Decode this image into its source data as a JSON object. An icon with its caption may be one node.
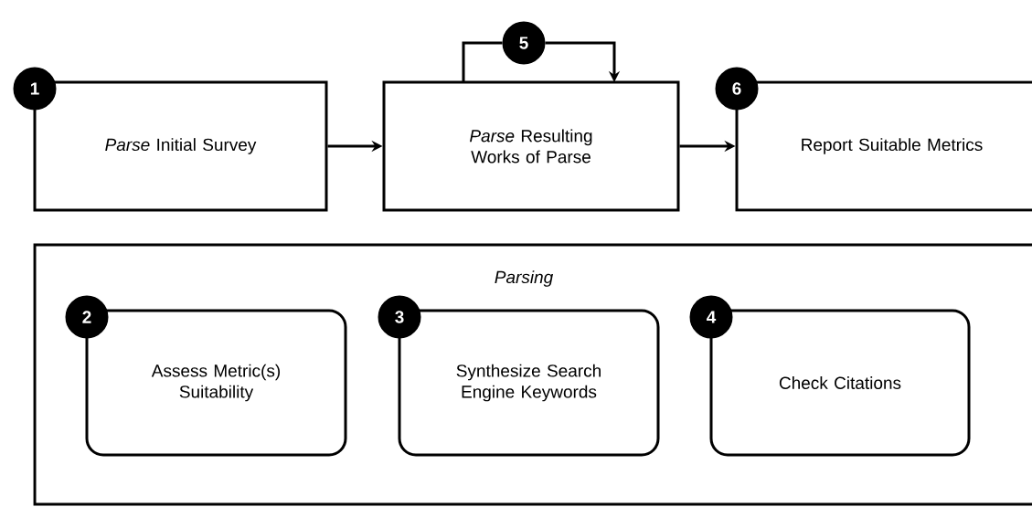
{
  "diagram": {
    "nodes": [
      {
        "text": [
          "1"
        ]
      },
      {
        "text": [
          "*Parse* Initial Survey"
        ]
      },
      {
        "text": [
          "5"
        ]
      },
      {
        "text": [
          "*Parse* Resulting Works of Parse"
        ]
      },
      {
        "text": [
          "6"
        ]
      },
      {
        "text": [
          "Report Suitable Metrics"
        ]
      },
      {
        "text": [
          "Parsing"
        ]
      },
      {
        "text": [
          "2"
        ],
        "in": 6
      },
      {
        "text": [
          "Assess Metric(s) Suitability"
        ],
        "in": 6
      },
      {
        "text": [
          "3"
        ],
        "in": 6
      },
      {
        "text": [
          "Synthesize Search Engine Keywords"
        ],
        "in": 6
      },
      {
        "text": [
          "4"
        ],
        "in": 6
      },
      {
        "text": [
          "Check Citations"
        ],
        "in": 6
      }
    ],
    "edges": [
      {
        "from": 1,
        "to": 3,
        "arrow": "to"
      },
      {
        "from": 3,
        "to": 5,
        "arrow": "to"
      },
      {
        "from": 3,
        "to": 2,
        "arrow": "none"
      },
      {
        "from": 2,
        "to": 3,
        "arrow": "to"
      }
    ]
  }
}
